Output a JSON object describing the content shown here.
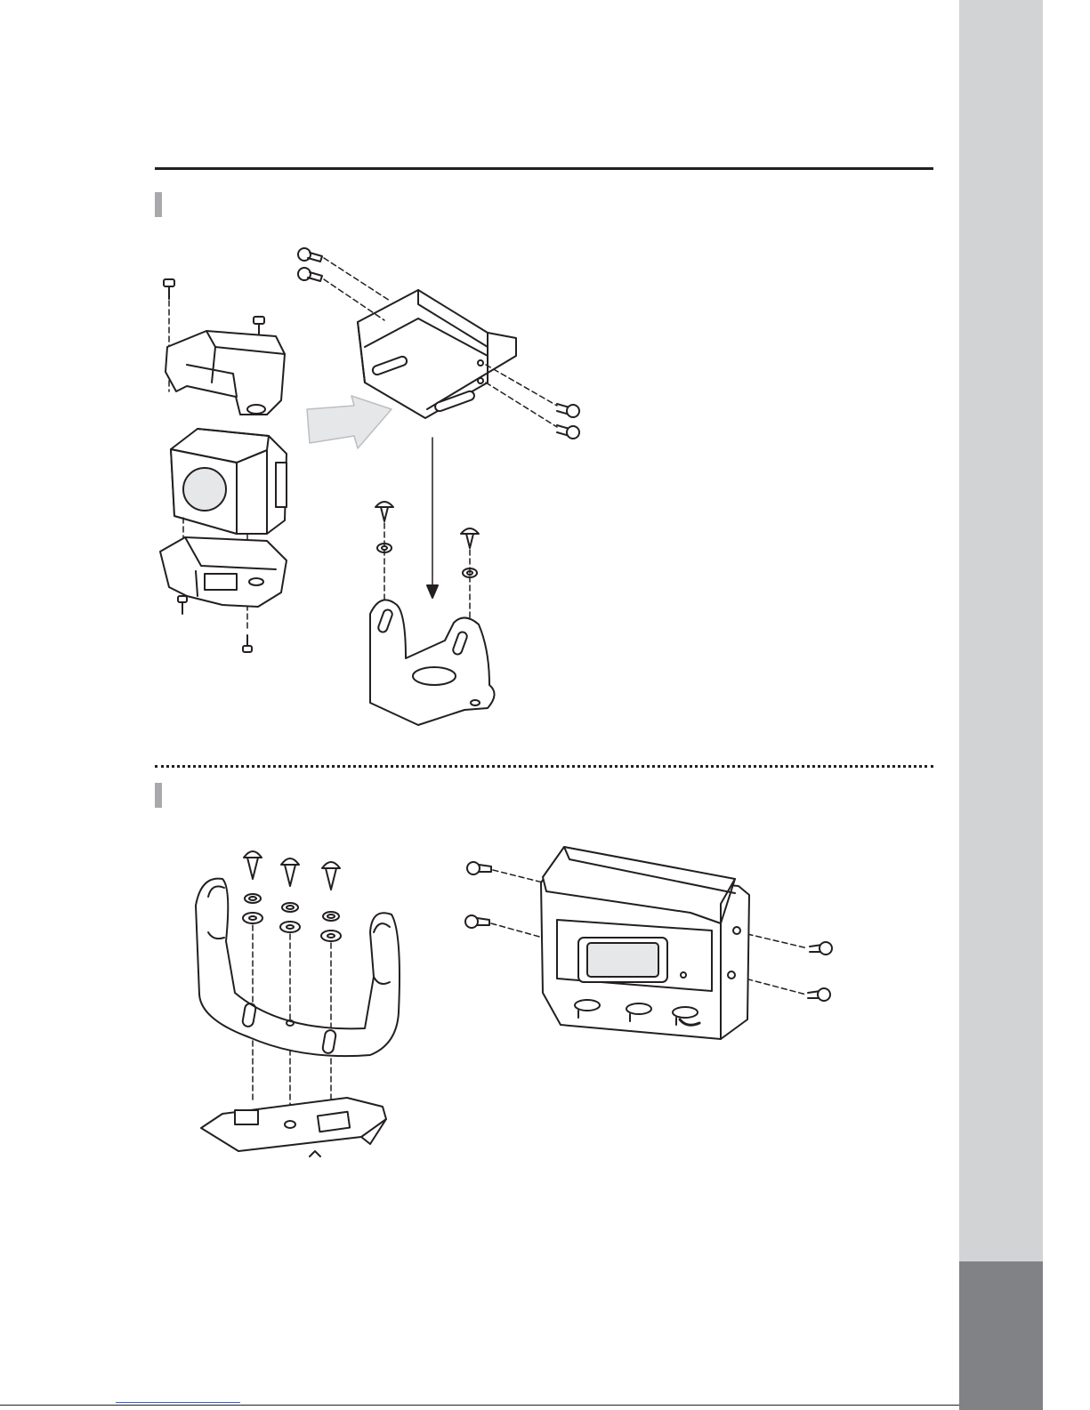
{
  "page": {
    "side_tab_color": "#d2d3d5",
    "side_tab_dark_color": "#808285",
    "marker_color": "#a7a9ac",
    "line_color": "#231f20"
  },
  "figures": {
    "disassembly": {
      "icon": "exploded-camera-disassembly-diagram"
    },
    "bracket": {
      "icon": "u-bracket-mounting-diagram"
    },
    "camera": {
      "icon": "shuttered-camera-assembly-diagram"
    }
  }
}
